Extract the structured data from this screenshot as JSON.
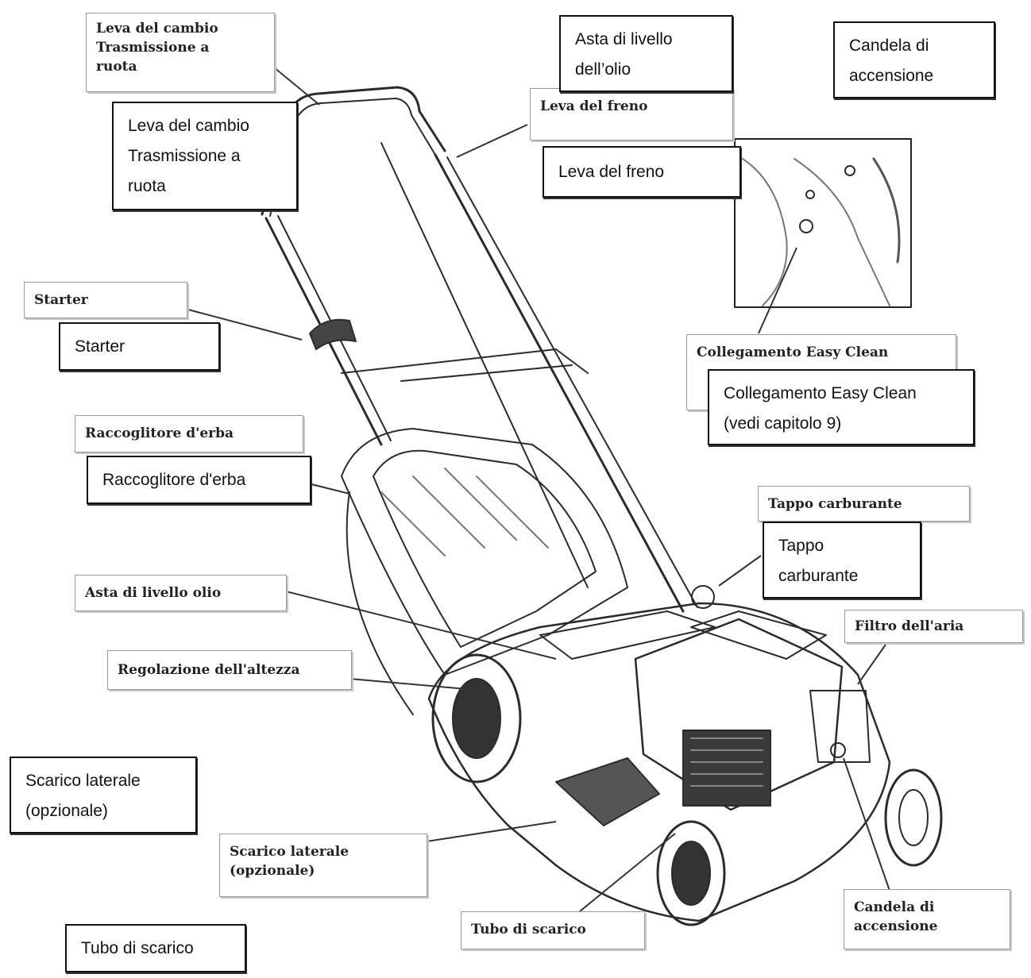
{
  "labels_original": {
    "leva_cambio": [
      "Leva del cambio",
      "Trasmissione  a",
      "ruota"
    ],
    "leva_freno": [
      "Leva del freno"
    ],
    "starter": [
      "Starter"
    ],
    "raccoglitore": [
      "Raccoglitore d'erba"
    ],
    "asta_olio": [
      "Asta di livello olio"
    ],
    "regolazione": [
      "Regolazione  dell'altezza"
    ],
    "scarico_laterale": [
      "Scarico laterale",
      "(opzionale)"
    ],
    "tubo_scarico": [
      "Tubo di scarico"
    ],
    "easy_clean": [
      "Collegamento  Easy Clean"
    ],
    "tappo": [
      "Tappo  carburante"
    ],
    "filtro": [
      "Filtro dell'aria"
    ],
    "candela": [
      "Candela  di",
      "accensione"
    ]
  },
  "labels_translated": {
    "asta_olio": [
      "Asta di livello",
      "dell’olio"
    ],
    "candela": [
      "Candela di",
      "accensione"
    ],
    "leva_cambio": [
      "Leva del cambio",
      "Trasmissione a",
      "ruota"
    ],
    "leva_freno": [
      "Leva del freno"
    ],
    "starter": [
      "Starter"
    ],
    "easy_clean": [
      "Collegamento Easy Clean",
      "(vedi capitolo 9)"
    ],
    "raccoglitore": [
      "Raccoglitore d'erba"
    ],
    "tappo": [
      "Tappo",
      "carburante"
    ],
    "scarico_laterale": [
      "Scarico laterale",
      "(opzionale)"
    ],
    "tubo_scarico": [
      "Tubo di scarico"
    ]
  }
}
